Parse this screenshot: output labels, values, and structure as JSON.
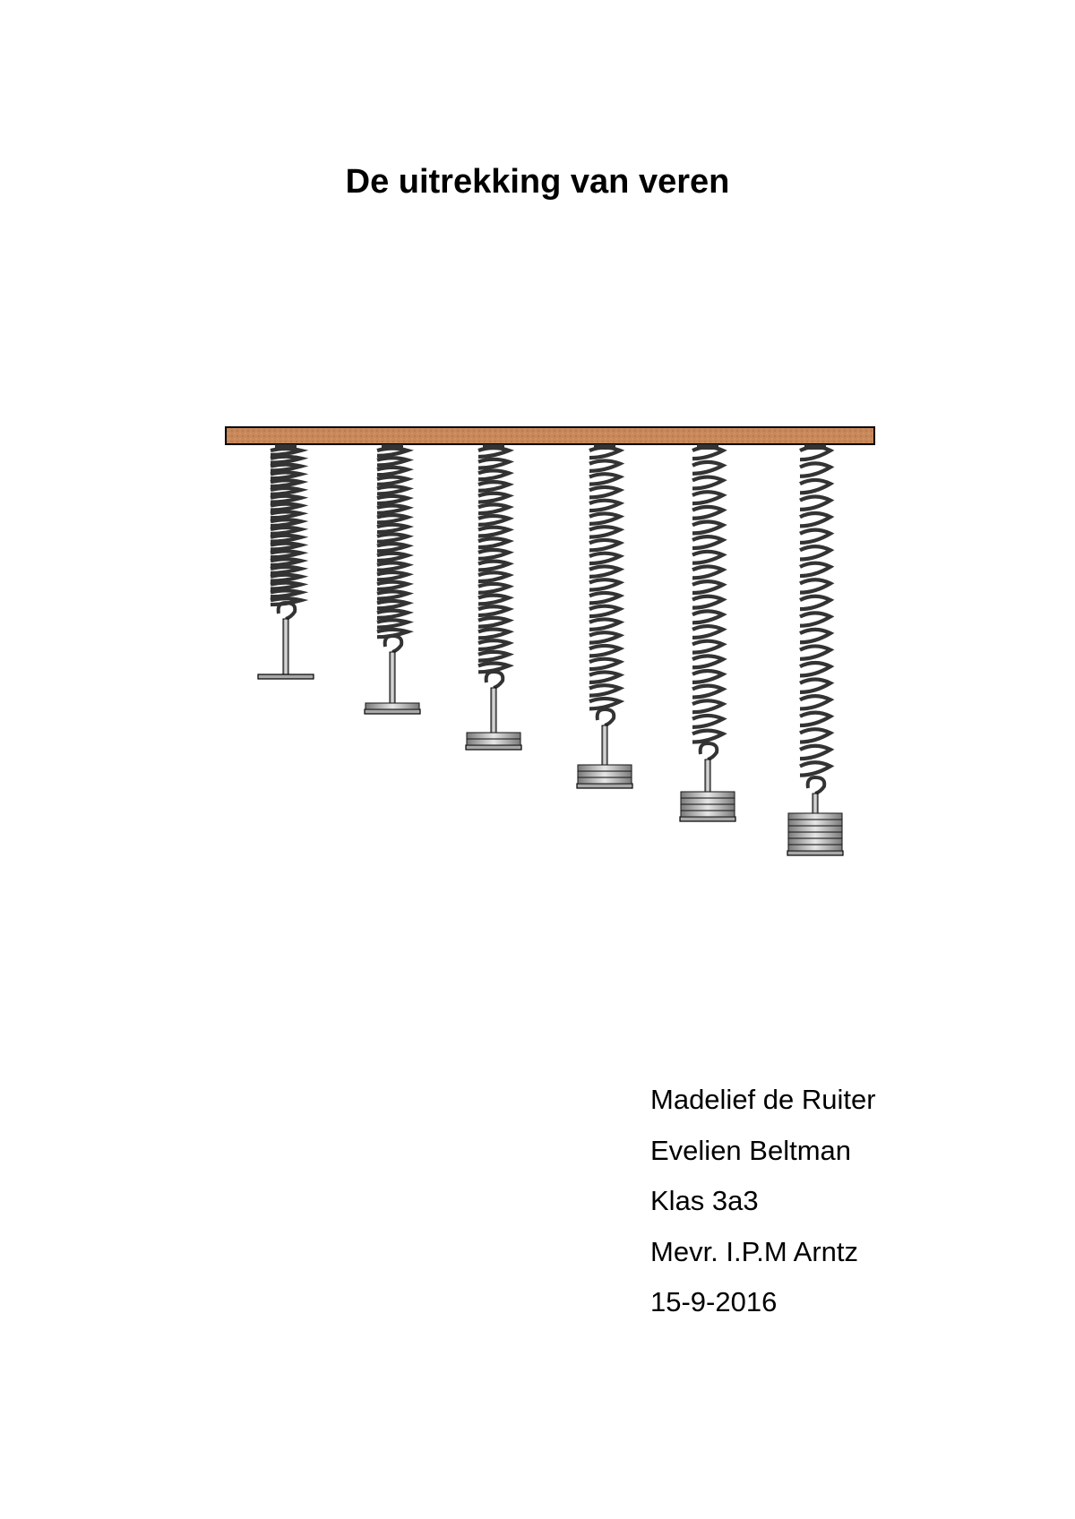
{
  "title": "De uitrekking van veren",
  "figure": {
    "items": [
      {
        "weights": 0
      },
      {
        "weights": 1
      },
      {
        "weights": 2
      },
      {
        "weights": 3
      },
      {
        "weights": 4
      },
      {
        "weights": 6
      }
    ],
    "colors": {
      "beam": "#c8885a",
      "spring": "#333333",
      "metal": "#a8a8a8"
    }
  },
  "info": {
    "lines": [
      "Madelief de Ruiter",
      "Evelien Beltman",
      "Klas 3a3",
      "Mevr. I.P.M Arntz",
      "15-9-2016"
    ]
  }
}
